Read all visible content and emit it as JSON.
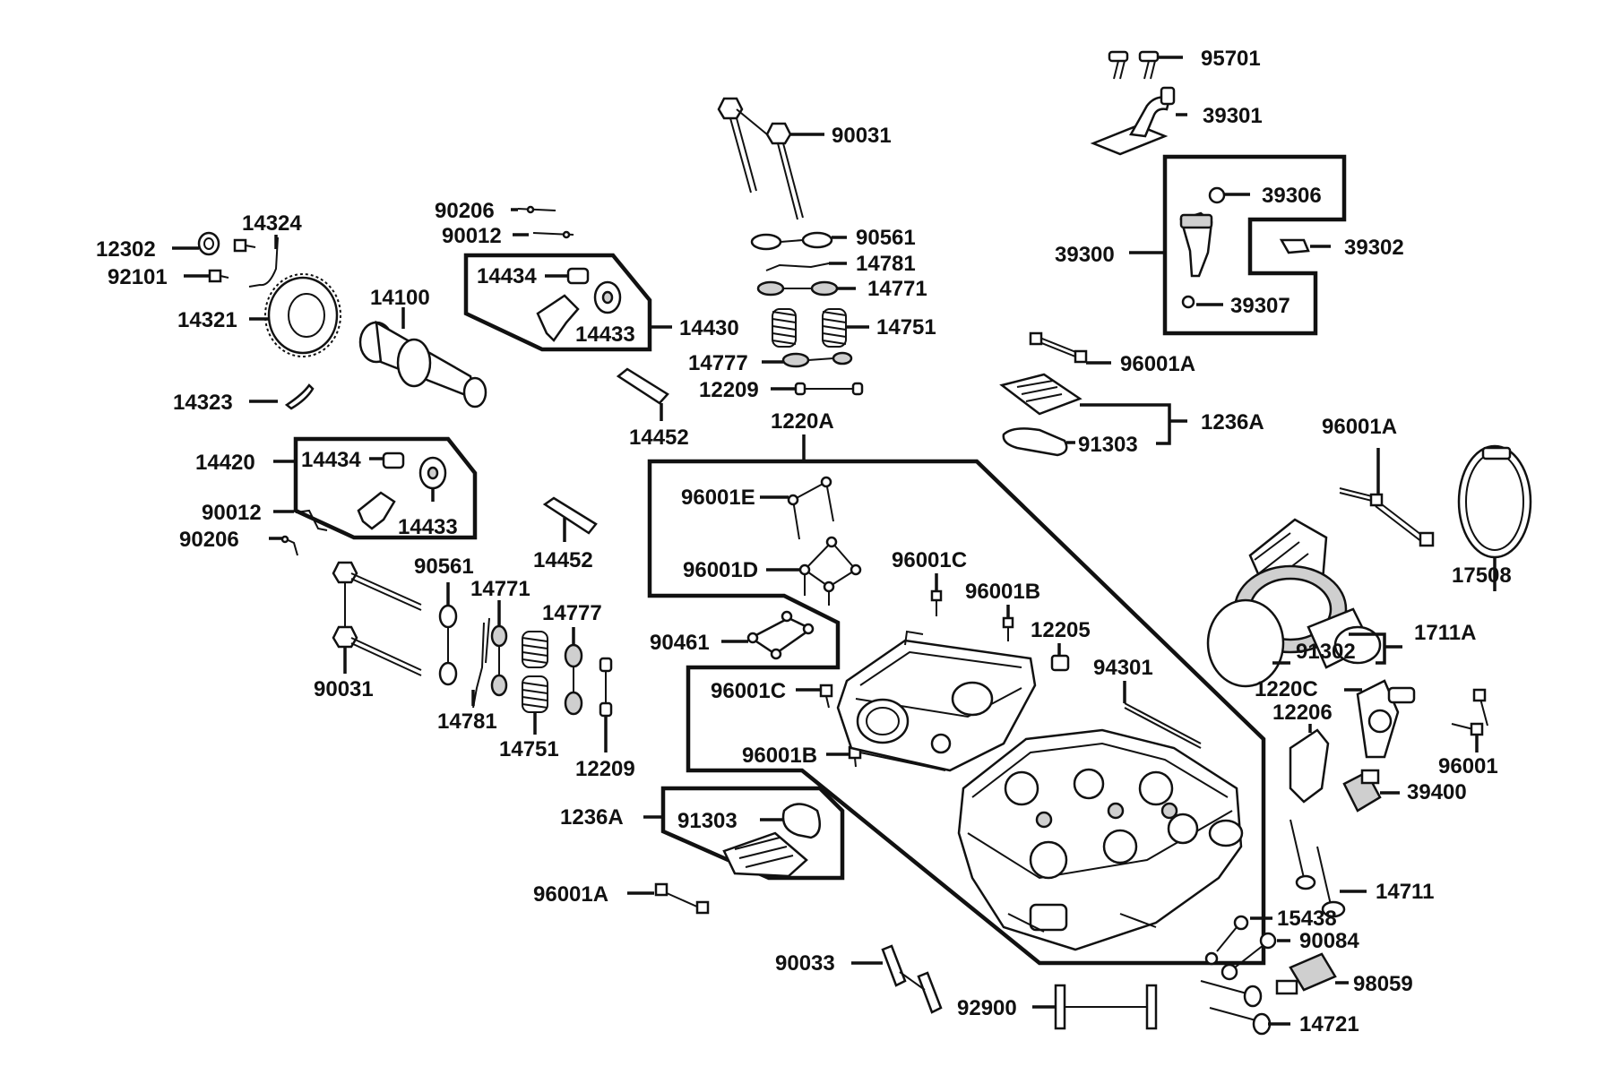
{
  "parts": {
    "95701": "95701",
    "39301": "39301",
    "39306": "39306",
    "39300": "39300",
    "39302": "39302",
    "39307": "39307",
    "96001A_top": "96001A",
    "1236A_top": "1236A",
    "91303_top": "91303",
    "96001A_right": "96001A",
    "17508": "17508",
    "1711A": "1711A",
    "91302": "91302",
    "1220C": "1220C",
    "12206": "12206",
    "96001": "96001",
    "39400": "39400",
    "14711": "14711",
    "15438": "15438",
    "90084": "90084",
    "98059": "98059",
    "14721": "14721",
    "92900": "92900",
    "90033": "90033",
    "90031_top": "90031",
    "90561_top": "90561",
    "14781_top": "14781",
    "14771_top": "14771",
    "14751_top": "14751",
    "14777_top": "14777",
    "12209_top": "12209",
    "1220A": "1220A",
    "96001E": "96001E",
    "96001D": "96001D",
    "96001C_a": "96001C",
    "96001B_a": "96001B",
    "12205": "12205",
    "90461": "90461",
    "96001C_b": "96001C",
    "94301": "94301",
    "96001B_b": "96001B",
    "1236A_bottom": "1236A",
    "91303_bottom": "91303",
    "96001A_bottom": "96001A",
    "90206_top": "90206",
    "90012_top": "90012",
    "14434_top": "14434",
    "14433_top": "14433",
    "14430": "14430",
    "14452_top": "14452",
    "12302": "12302",
    "14324": "14324",
    "92101": "92101",
    "14321": "14321",
    "14100": "14100",
    "14323": "14323",
    "14420": "14420",
    "14434_left": "14434",
    "14433_left": "14433",
    "90012_left": "90012",
    "90206_left": "90206",
    "14452_left": "14452",
    "90561_left": "90561",
    "14771_left": "14771",
    "14777_left": "14777",
    "90031_left": "90031",
    "14781_left": "14781",
    "14751_left": "14751",
    "12209_left": "12209"
  },
  "colors": {
    "ink": "#111111",
    "background": "#ffffff",
    "shade": "#cfcfcf"
  }
}
